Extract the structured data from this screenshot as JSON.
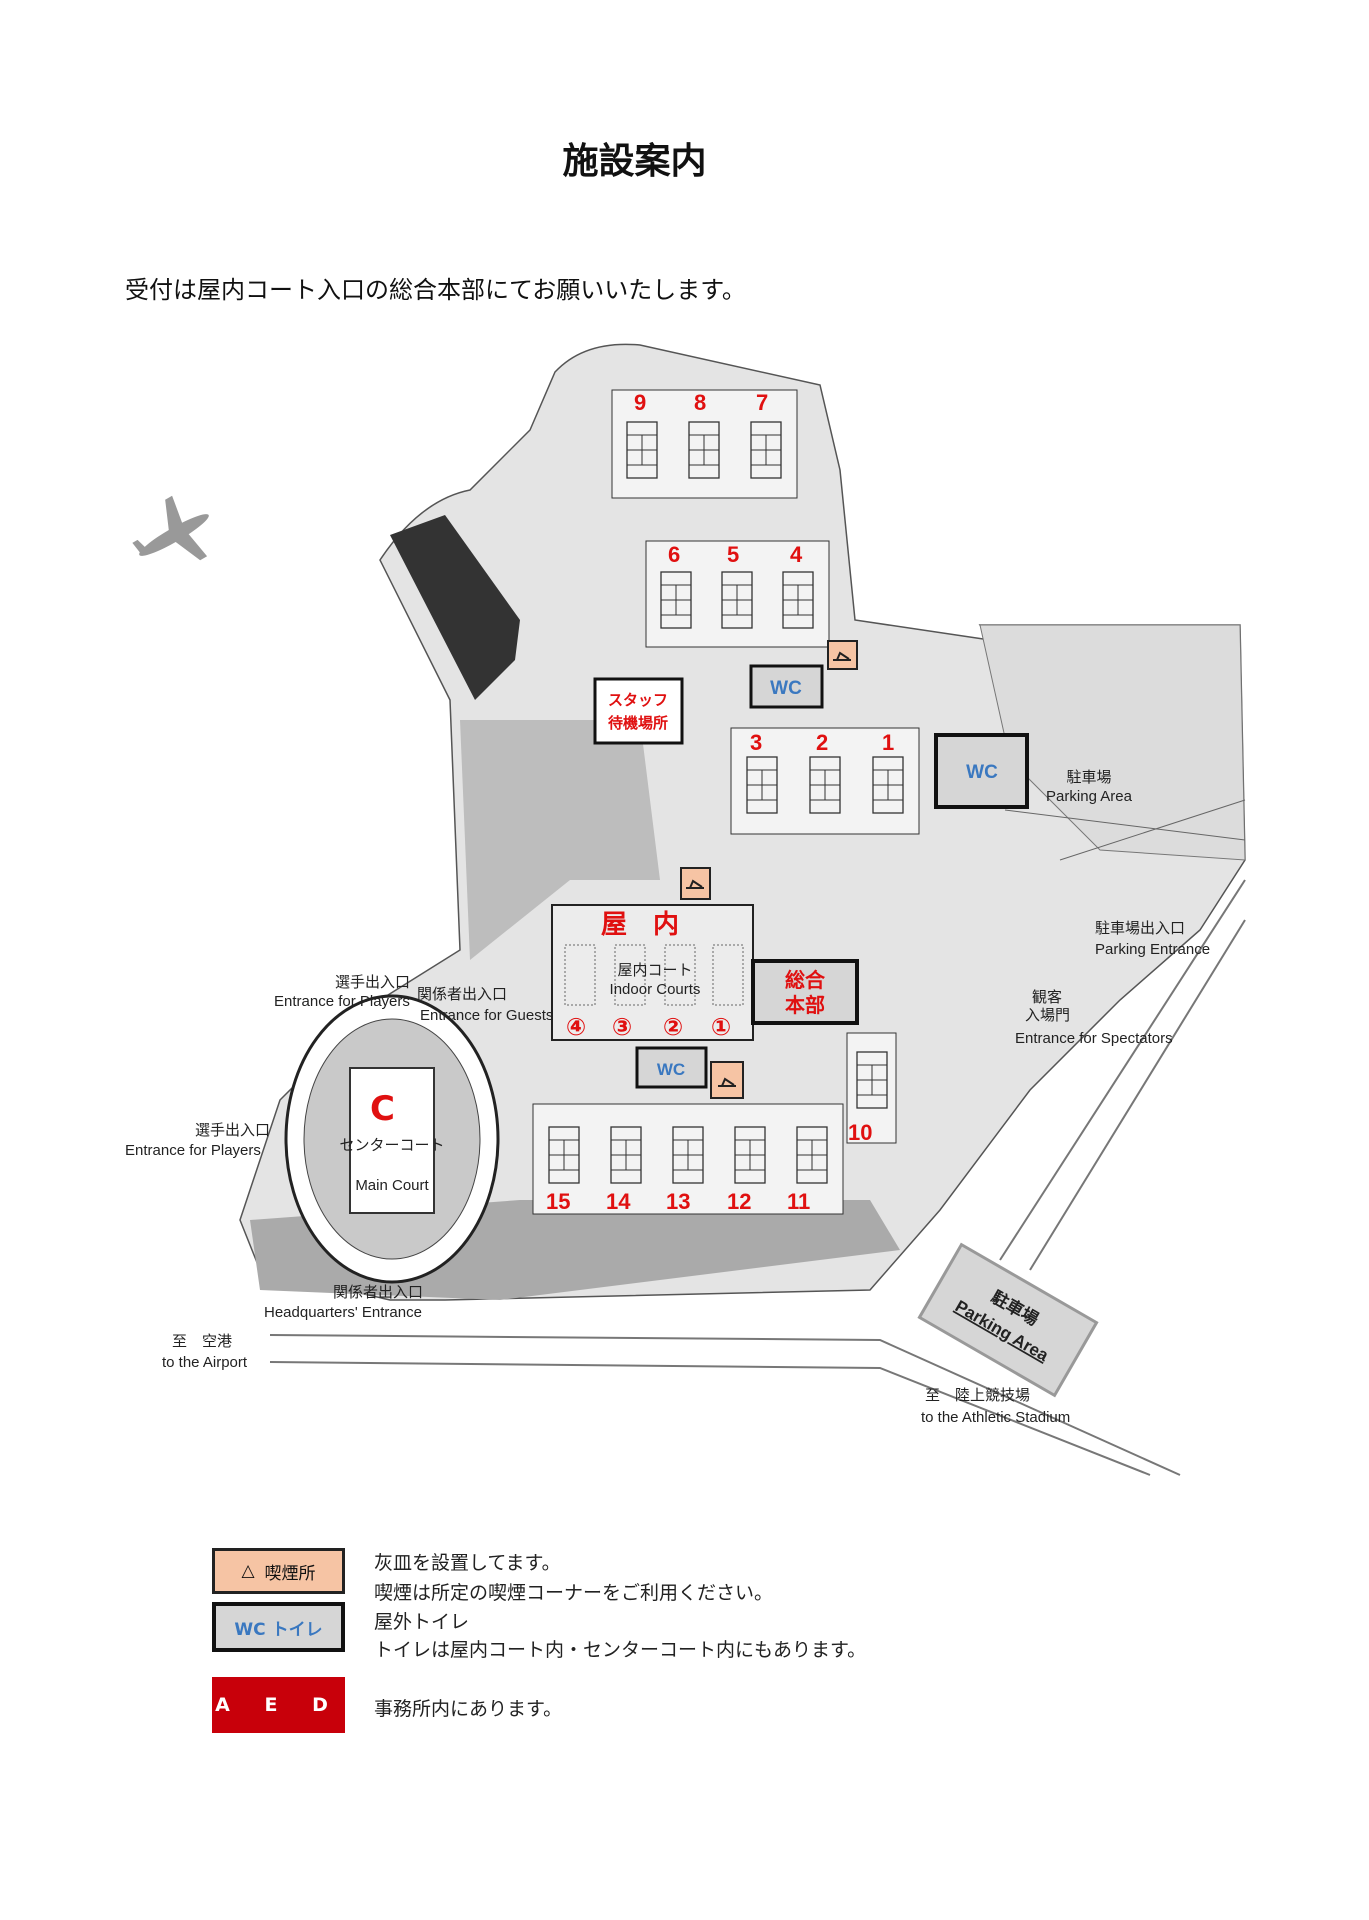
{
  "title": "施設案内",
  "subtitle": "受付は屋内コート入口の総合本部にてお願いいたします。",
  "map": {
    "outdoor_courts": [
      "9",
      "8",
      "7",
      "6",
      "5",
      "4",
      "3",
      "2",
      "1",
      "10",
      "15",
      "14",
      "13",
      "12",
      "11"
    ],
    "center_court": {
      "mark": "C",
      "name_ja": "センターコート",
      "name_en": "Main Court"
    },
    "indoor": {
      "mark": "屋　内",
      "name_ja": "屋内コート",
      "name_en": "Indoor Courts",
      "courts": [
        "④",
        "③",
        "②",
        "①"
      ]
    },
    "headquarters": [
      "総合",
      "本部"
    ],
    "staff_area": [
      "スタッフ",
      "待機場所"
    ],
    "wc_label": "WC",
    "parking": {
      "ja": "駐車場",
      "en": "Parking Area"
    },
    "parking_lot2": {
      "ja": "駐車場",
      "en": "Parking Area"
    },
    "parking_entrance": {
      "ja": "駐車場出入口",
      "en": "Parking Entrance"
    },
    "spectators_entrance": {
      "ja1": "観客",
      "ja2": "入場門",
      "en": "Entrance for Spectators"
    },
    "players_entrance_top": {
      "ja": "選手出入口",
      "en": "Entrance for Players"
    },
    "guests_entrance": {
      "ja": "関係者出入口",
      "en": "Entrance for Guests"
    },
    "players_entrance_left": {
      "ja": "選手出入口",
      "en": "Entrance for Players"
    },
    "hq_entrance": {
      "ja": "関係者出入口",
      "en": "Headquarters' Entrance"
    },
    "airport": {
      "ja": "至　空港",
      "en": "to the Airport"
    },
    "stadium": {
      "ja": "至　陸上競技場",
      "en": "to the Athletic Stadium"
    }
  },
  "legend": [
    {
      "label": "喫煙所",
      "icon": "ashtray-icon",
      "color": "#f6c4a4",
      "lines": [
        "灰皿を設置してます。",
        "喫煙は所定の喫煙コーナーをご利用ください。"
      ]
    },
    {
      "label": "WC トイレ",
      "color": "#d6d6d6",
      "lines": [
        "屋外トイレ",
        "トイレは屋内コート内・センターコート内にもあります。"
      ]
    },
    {
      "label": "A E D",
      "color": "#c8000a",
      "lines": [
        "事務所内にあります。"
      ]
    }
  ]
}
